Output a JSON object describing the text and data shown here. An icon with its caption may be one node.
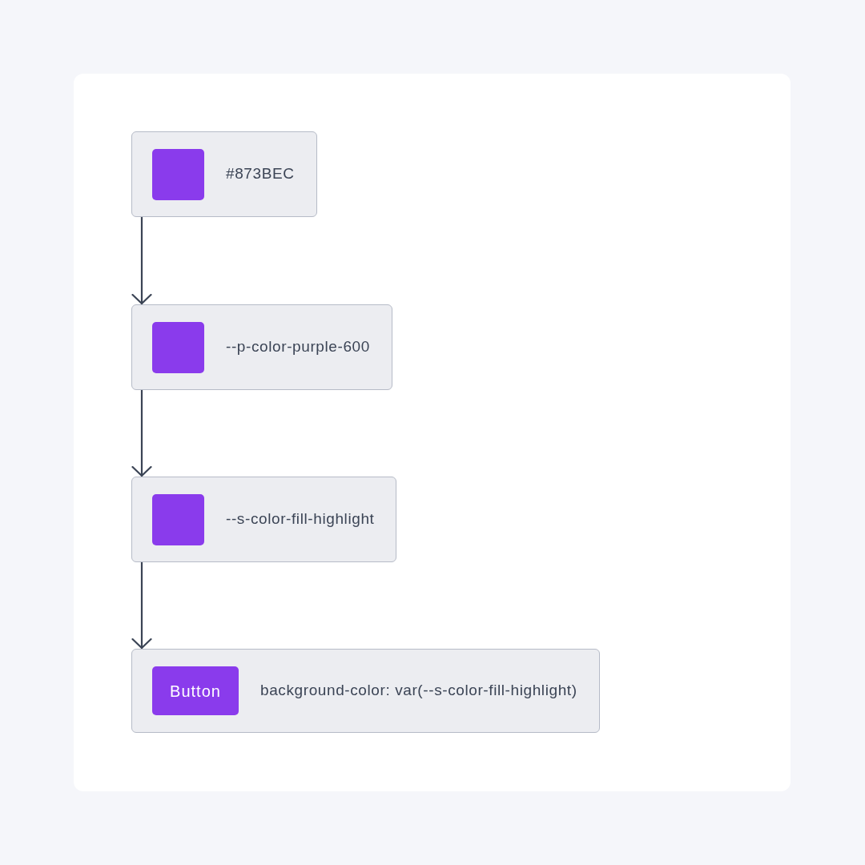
{
  "diagram": {
    "nodes": [
      {
        "text": [
          "#873BEC"
        ]
      },
      {
        "text": [
          "--p-color-purple-600"
        ]
      },
      {
        "text": [
          "--s-color-fill-highlight"
        ]
      },
      {
        "text": [
          "background-color: var(--s-color-fill-highlight)"
        ]
      },
      {
        "text": [
          "Button"
        ],
        "in": 3
      }
    ],
    "edges": [
      {
        "from": 0,
        "to": 1,
        "arrow": "to"
      },
      {
        "from": 1,
        "to": 2,
        "arrow": "to"
      },
      {
        "from": 2,
        "to": 3,
        "arrow": "to"
      }
    ]
  }
}
